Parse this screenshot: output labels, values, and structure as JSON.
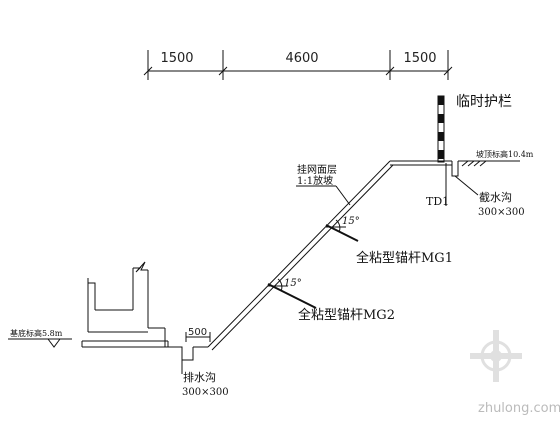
{
  "dimensions": [
    "1500",
    "4600",
    "1500"
  ],
  "labels": {
    "guardrail": "临时护栏",
    "slope_top_elev": "坡顶标高10.4m",
    "td": "TD1",
    "intercept_ditch": "截水沟",
    "intercept_size": "300×300",
    "mesh_surface": "挂网面层",
    "slope_ratio": "1:1放坡",
    "angle_1": "15°",
    "anchor_1": "全粘型锚杆MG1",
    "angle_2": "15°",
    "anchor_2": "全粘型锚杆MG2",
    "offset": "500",
    "base_elev": "基底标高5.8m",
    "drain_ditch": "排水沟",
    "drain_size": "300×300"
  },
  "watermark": "zhulong.com"
}
